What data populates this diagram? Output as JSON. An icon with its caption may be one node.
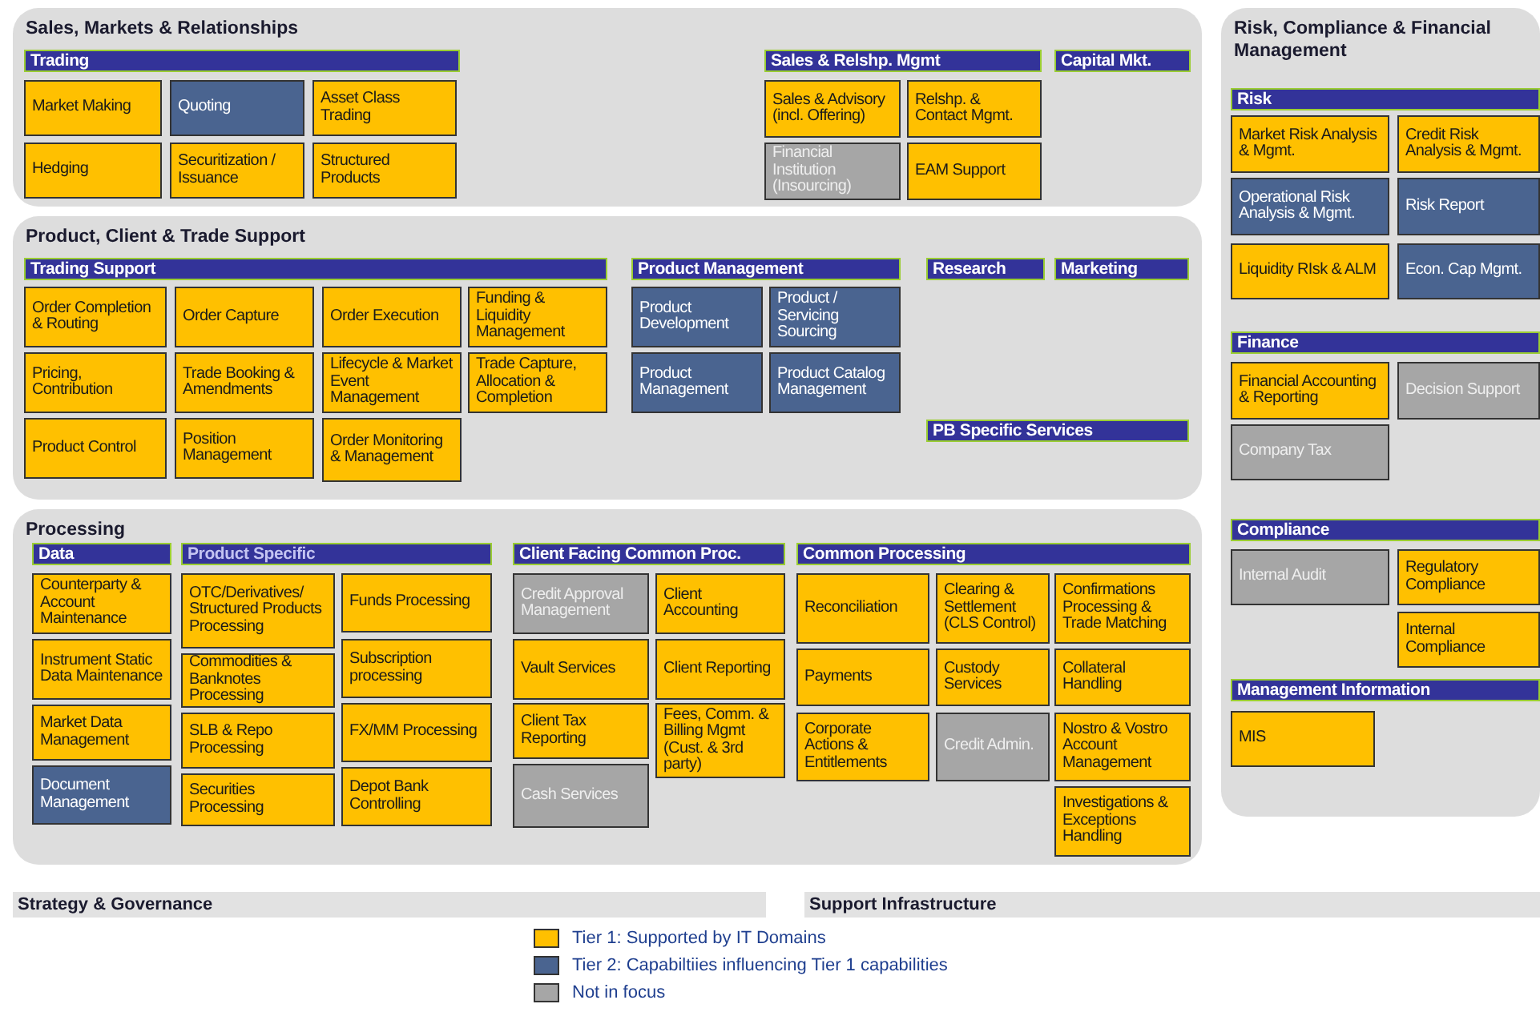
{
  "diagram": {
    "nodes": [
      {
        "text": [
          "Sales, Markets & Relationships"
        ]
      },
      {
        "text": [
          "Trading"
        ],
        "in": 0
      },
      {
        "text": [
          "Market Making"
        ],
        "in": 0
      },
      {
        "text": [
          "Quoting"
        ],
        "in": 0
      },
      {
        "text": [
          "Asset Class Trading"
        ],
        "in": 0
      },
      {
        "text": [
          "Hedging"
        ],
        "in": 0
      },
      {
        "text": [
          "Securitization / Issuance"
        ],
        "in": 0
      },
      {
        "text": [
          "Structured Products"
        ],
        "in": 0
      },
      {
        "text": [
          "Sales & Relshp. Mgmt"
        ],
        "in": 0
      },
      {
        "text": [
          "Sales & Advisory (incl. Offering)"
        ],
        "in": 0
      },
      {
        "text": [
          "Relshp. & Contact Mgmt."
        ],
        "in": 0
      },
      {
        "text": [
          "Financial Institution (Insourcing)"
        ],
        "in": 0
      },
      {
        "text": [
          "EAM Support"
        ],
        "in": 0
      },
      {
        "text": [
          "Capital Mkt."
        ],
        "in": 0
      },
      {
        "text": [
          "Risk, Compliance & Financial Management"
        ]
      },
      {
        "text": [
          "Risk"
        ],
        "in": 14
      },
      {
        "text": [
          "Market Risk Analysis & Mgmt."
        ],
        "in": 14
      },
      {
        "text": [
          "Credit Risk Analysis & Mgmt."
        ],
        "in": 14
      },
      {
        "text": [
          "Operational Risk Analysis & Mgmt."
        ],
        "in": 14
      },
      {
        "text": [
          "Risk Report"
        ],
        "in": 14
      },
      {
        "text": [
          "Liquidity RIsk & ALM"
        ],
        "in": 14
      },
      {
        "text": [
          "Econ. Cap Mgmt."
        ],
        "in": 14
      },
      {
        "text": [
          "Finance"
        ],
        "in": 14
      },
      {
        "text": [
          "Financial Accounting & Reporting"
        ],
        "in": 14
      },
      {
        "text": [
          "Decision Support"
        ],
        "in": 14
      },
      {
        "text": [
          "Company Tax"
        ],
        "in": 14
      },
      {
        "text": [
          "Compliance"
        ],
        "in": 14
      },
      {
        "text": [
          "Internal Audit"
        ],
        "in": 14
      },
      {
        "text": [
          "Regulatory Compliance"
        ],
        "in": 14
      },
      {
        "text": [
          "Internal Compliance"
        ],
        "in": 14
      },
      {
        "text": [
          "Management Information"
        ],
        "in": 14
      },
      {
        "text": [
          "MIS"
        ],
        "in": 14
      },
      {
        "text": [
          "Product, Client & Trade Support"
        ]
      },
      {
        "text": [
          "Trading Support"
        ],
        "in": 32
      },
      {
        "text": [
          "Order Completion & Routing"
        ],
        "in": 32
      },
      {
        "text": [
          "Order Capture"
        ],
        "in": 32
      },
      {
        "text": [
          "Order Execution"
        ],
        "in": 32
      },
      {
        "text": [
          "Funding & Liquidity Management"
        ],
        "in": 32
      },
      {
        "text": [
          "Pricing, Contribution"
        ],
        "in": 32
      },
      {
        "text": [
          "Trade Booking & Amendments"
        ],
        "in": 32
      },
      {
        "text": [
          "Lifecycle & Market Event Management"
        ],
        "in": 32
      },
      {
        "text": [
          "Trade Capture, Allocation & Completion"
        ],
        "in": 32
      },
      {
        "text": [
          "Product Control"
        ],
        "in": 32
      },
      {
        "text": [
          "Position Management"
        ],
        "in": 32
      },
      {
        "text": [
          "Order Monitoring & Management"
        ],
        "in": 32
      },
      {
        "text": [
          "Product Management"
        ],
        "in": 32
      },
      {
        "text": [
          "Product Development"
        ],
        "in": 32
      },
      {
        "text": [
          "Product / Servicing Sourcing"
        ],
        "in": 32
      },
      {
        "text": [
          "Product Management"
        ],
        "in": 32
      },
      {
        "text": [
          "Product Catalog Management"
        ],
        "in": 32
      },
      {
        "text": [
          "Research"
        ],
        "in": 32
      },
      {
        "text": [
          "Marketing"
        ],
        "in": 32
      },
      {
        "text": [
          "PB Specific Services"
        ],
        "in": 32
      },
      {
        "text": [
          "Processing"
        ]
      },
      {
        "text": [
          "Data"
        ],
        "in": 53
      },
      {
        "text": [
          "Counterparty & Account Maintenance"
        ],
        "in": 53
      },
      {
        "text": [
          "Instrument Static Data Maintenance"
        ],
        "in": 53
      },
      {
        "text": [
          "Market Data Management"
        ],
        "in": 53
      },
      {
        "text": [
          "Document Management"
        ],
        "in": 53
      },
      {
        "text": [
          "Product Specific"
        ],
        "in": 53
      },
      {
        "text": [
          "OTC/Derivatives/ Structured Products Processing"
        ],
        "in": 53
      },
      {
        "text": [
          "Commodities & Banknotes Processing"
        ],
        "in": 53
      },
      {
        "text": [
          "SLB & Repo Processing"
        ],
        "in": 53
      },
      {
        "text": [
          "Securities Processing"
        ],
        "in": 53
      },
      {
        "text": [
          "Funds Processing"
        ],
        "in": 53
      },
      {
        "text": [
          "Subscription processing"
        ],
        "in": 53
      },
      {
        "text": [
          "FX/MM Processing"
        ],
        "in": 53
      },
      {
        "text": [
          "Depot Bank Controlling"
        ],
        "in": 53
      },
      {
        "text": [
          "Client Facing Common Proc."
        ],
        "in": 53
      },
      {
        "text": [
          "Credit Approval Management"
        ],
        "in": 53
      },
      {
        "text": [
          "Client Accounting"
        ],
        "in": 53
      },
      {
        "text": [
          "Vault Services"
        ],
        "in": 53
      },
      {
        "text": [
          "Client Reporting"
        ],
        "in": 53
      },
      {
        "text": [
          "Client Tax Reporting"
        ],
        "in": 53
      },
      {
        "text": [
          "Fees, Comm. & Billing Mgmt (Cust. & 3rd party)"
        ],
        "in": 53
      },
      {
        "text": [
          "Cash Services"
        ],
        "in": 53
      },
      {
        "text": [
          "Common Processing"
        ],
        "in": 53
      },
      {
        "text": [
          "Reconciliation"
        ],
        "in": 53
      },
      {
        "text": [
          "Clearing & Settlement (CLS Control)"
        ],
        "in": 53
      },
      {
        "text": [
          "Confirmations Processing & Trade Matching"
        ],
        "in": 53
      },
      {
        "text": [
          "Payments"
        ],
        "in": 53
      },
      {
        "text": [
          "Custody Services"
        ],
        "in": 53
      },
      {
        "text": [
          "Collateral Handling"
        ],
        "in": 53
      },
      {
        "text": [
          "Corporate Actions & Entitlements"
        ],
        "in": 53
      },
      {
        "text": [
          "Credit Admin."
        ],
        "in": 53
      },
      {
        "text": [
          "Nostro & Vostro Account Management"
        ],
        "in": 53
      },
      {
        "text": [
          "Investigations & Exceptions Handling"
        ],
        "in": 53
      },
      {
        "text": [
          "Strategy & Governance"
        ]
      },
      {
        "text": [
          "Support Infrastructure"
        ]
      }
    ],
    "legend": [
      {
        "text": "Tier 1: Supported by IT Domains",
        "color": "#ffc000"
      },
      {
        "text": "Tier 2: Capabiltiies influencing Tier 1 capabilities",
        "color": "#4a6490"
      },
      {
        "text": "Not in focus",
        "color": "#a6a6a6"
      }
    ]
  }
}
